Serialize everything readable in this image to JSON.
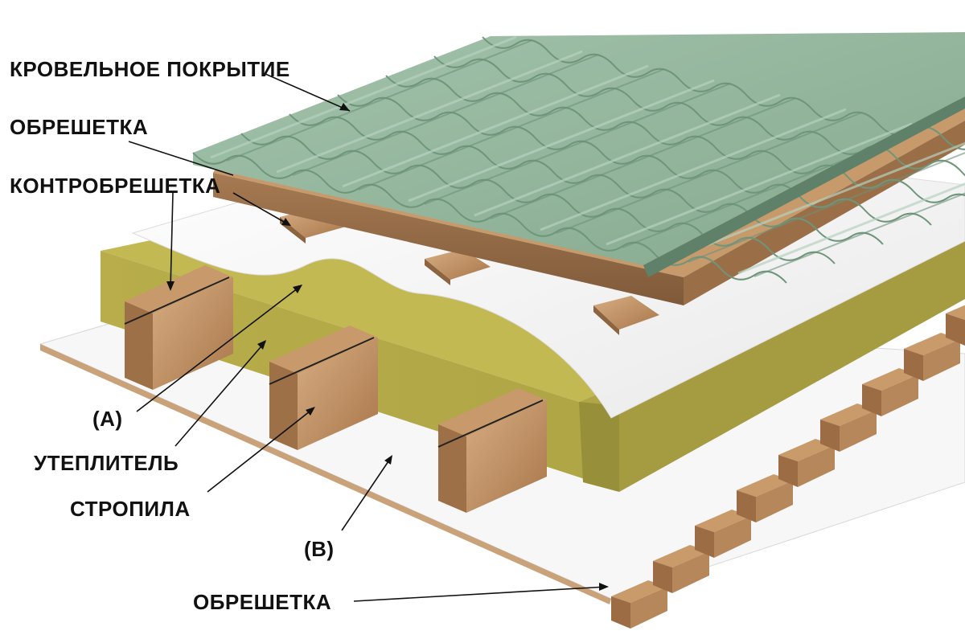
{
  "labels": {
    "roof_covering": "КРОВЕЛЬНОЕ ПОКРЫТИЕ",
    "batten_top": "ОБРЕШЕТКА",
    "counter_batten": "КОНТРОБРЕШЕТКА",
    "membrane_a": "(А)",
    "insulation": "УТЕПЛИТЕЛЬ",
    "rafters": "СТРОПИЛА",
    "membrane_b": "(В)",
    "batten_bottom": "ОБРЕШЕТКА"
  },
  "colors": {
    "tile": "#8fb39a",
    "tile_dark": "#6e977c",
    "tile_light": "#a9c8b1",
    "wood": "#b88a5e",
    "wood_dark": "#8c6440",
    "wood_light": "#d7ad82",
    "insulation": "#b9ae48",
    "insulation_dark": "#8f8a36",
    "membrane": "#f3f3f3",
    "board": "#f6f6f6"
  }
}
